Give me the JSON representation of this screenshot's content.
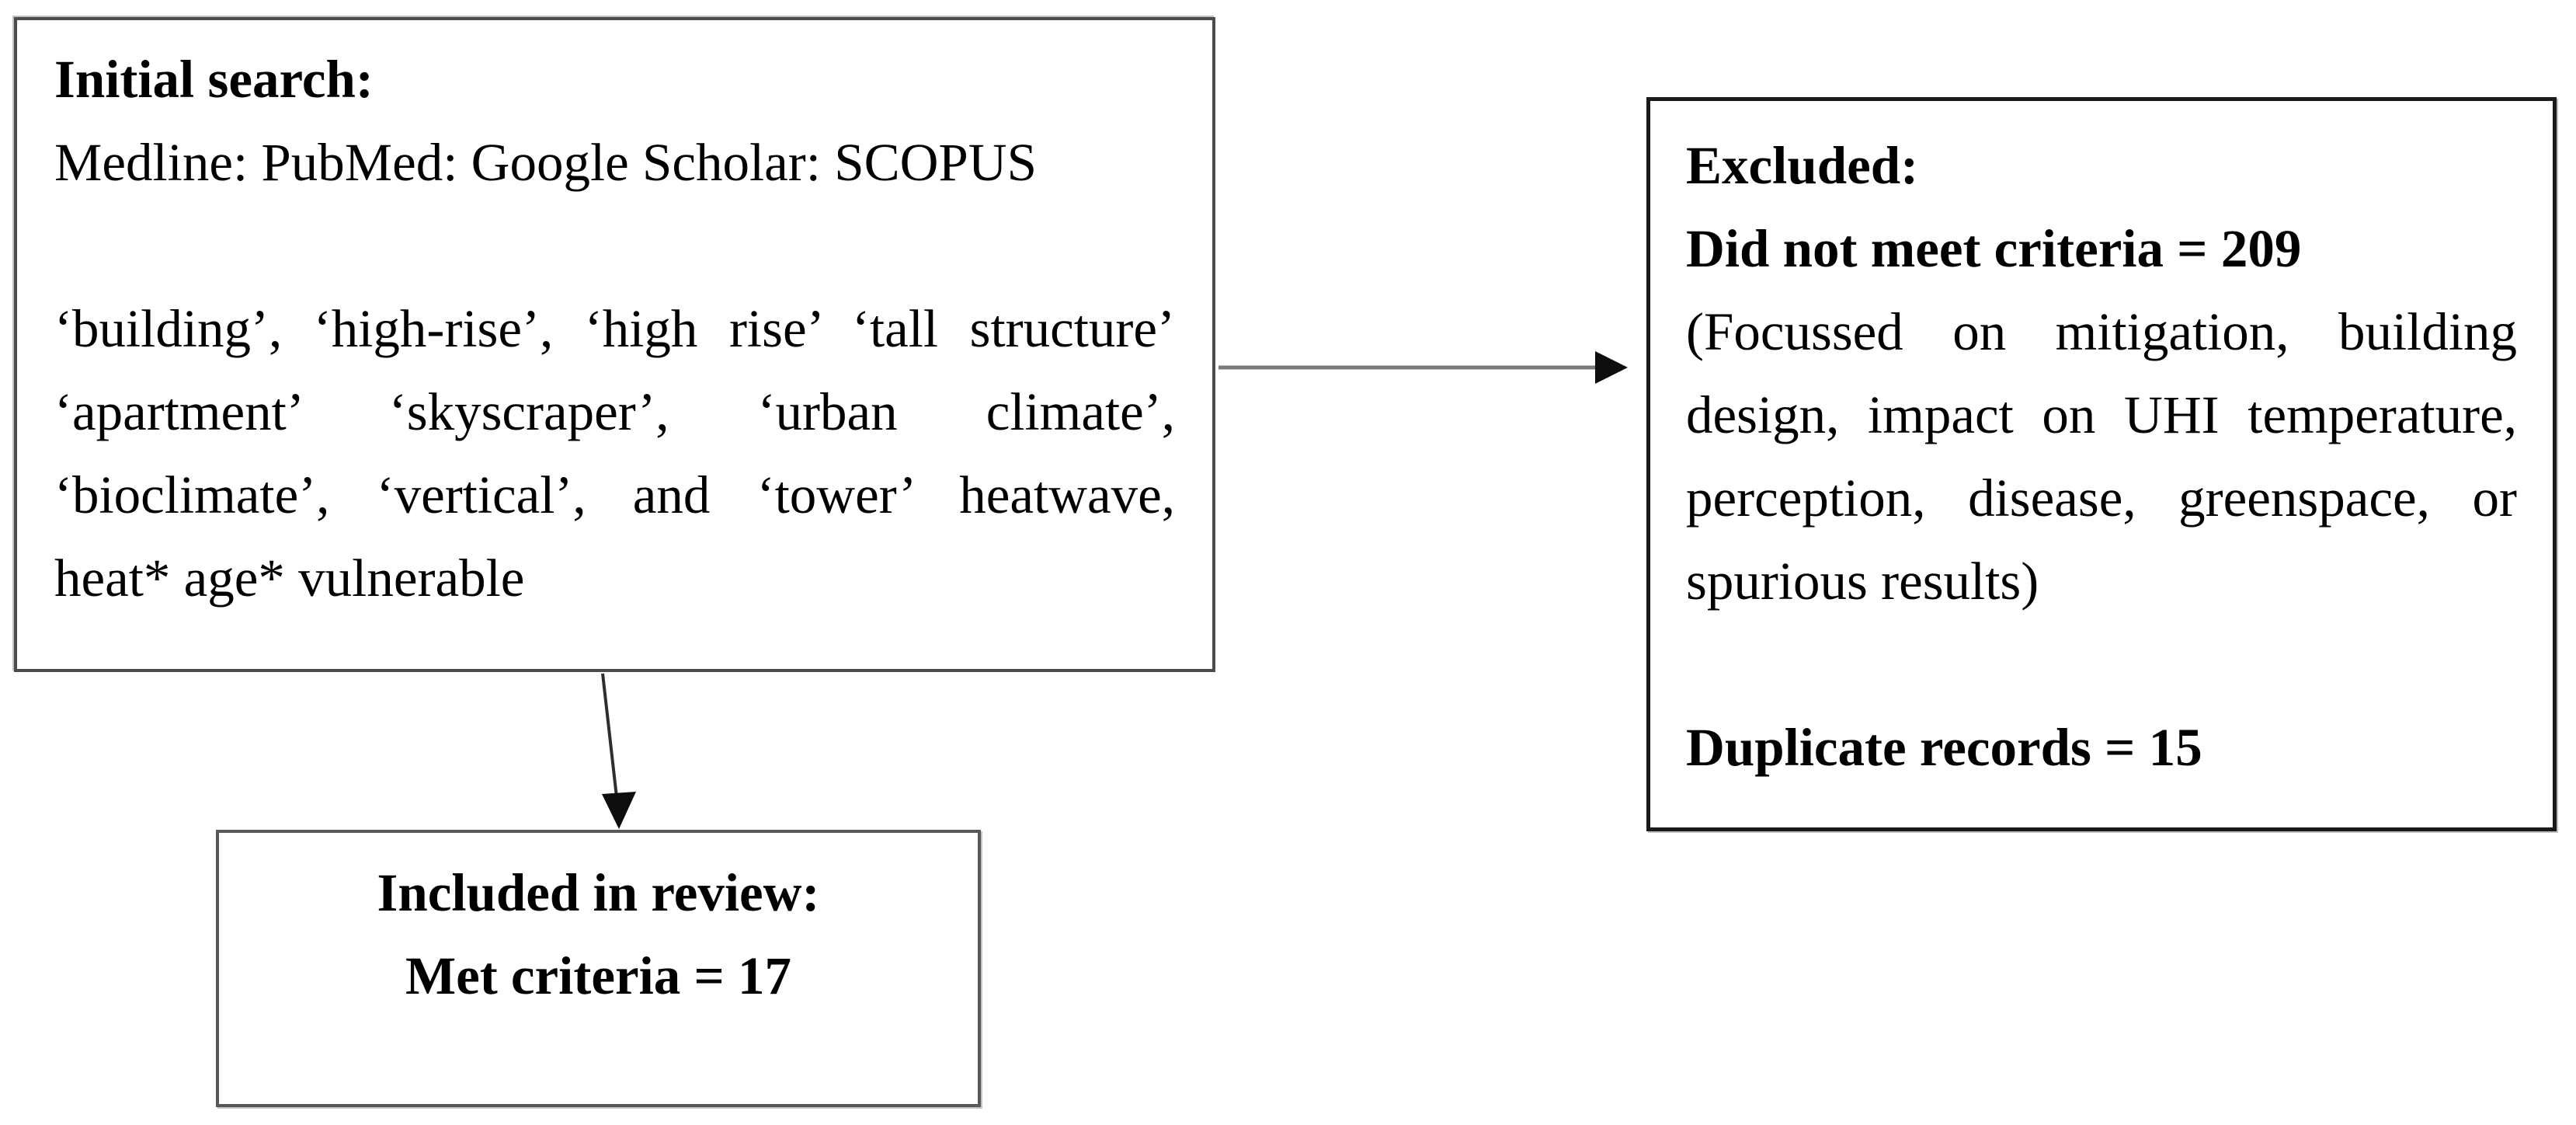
{
  "diagram": {
    "title_hint": "Literature search flow diagram",
    "boxes": {
      "initial_search": {
        "lines": [
          {
            "t": "Initial search:",
            "s": "bold"
          },
          {
            "t": "Medline: PubMed: Google Scholar: SCOPUS",
            "s": ""
          },
          {
            "t": "",
            "s": ""
          },
          {
            "t": "‘building’, ‘high-rise’, ‘high rise’ ‘tall structure’",
            "s": "j"
          },
          {
            "t": "‘apartment’ ‘skyscraper’, ‘urban climate’,",
            "s": "j"
          },
          {
            "t": "‘bioclimate’, ‘vertical’, and ‘tower’ heatwave,",
            "s": "j"
          },
          {
            "t": "heat* age* vulnerable",
            "s": ""
          }
        ]
      },
      "excluded": {
        "lines": [
          {
            "t": "Excluded:",
            "s": "bold"
          },
          {
            "t": "Did not meet criteria = 209",
            "s": "bold"
          },
          {
            "t": "(Focussed on mitigation, building",
            "s": "j"
          },
          {
            "t": "design, impact on UHI temperature,",
            "s": "j"
          },
          {
            "t": "perception, disease, greenspace, or",
            "s": "j"
          },
          {
            "t": "spurious results)",
            "s": ""
          },
          {
            "t": "",
            "s": ""
          },
          {
            "t": "Duplicate records = 15",
            "s": "bold"
          }
        ]
      },
      "included": {
        "lines": [
          {
            "t": "Included in review:",
            "s": "bold c"
          },
          {
            "t": "Met criteria = 17",
            "s": "bold c"
          }
        ]
      }
    },
    "colors": {
      "text": "#000000",
      "background": "#ffffff",
      "box_border_initial": "#4c4c4c",
      "box_border_excluded": "#1a1a1a",
      "box_border_included": "#585858",
      "arrow_stem_horizontal": "#7a7a7a",
      "arrow_stem_vertical": "#2e2e2e",
      "arrow_head": "#0d0d0d"
    }
  }
}
